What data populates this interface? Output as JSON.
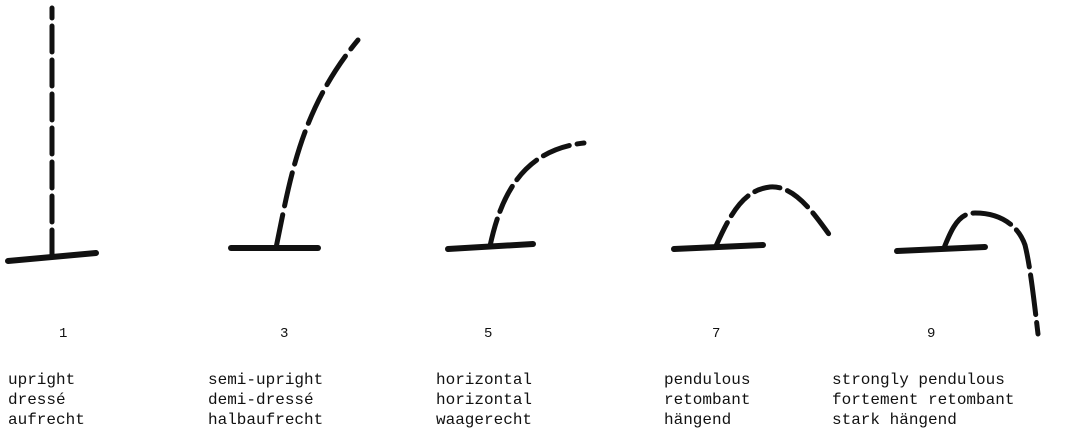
{
  "stroke_color": "#111111",
  "background": "#ffffff",
  "figures": [
    {
      "number": "1",
      "habit": "upright",
      "lines": [
        "upright",
        "dressé",
        "aufrecht"
      ]
    },
    {
      "number": "3",
      "habit": "semi-upright",
      "lines": [
        "semi-upright",
        "demi-dressé",
        "halbaufrecht"
      ]
    },
    {
      "number": "5",
      "habit": "horizontal",
      "lines": [
        "horizontal",
        "horizontal",
        "waagerecht"
      ]
    },
    {
      "number": "7",
      "habit": "pendulous",
      "lines": [
        "pendulous",
        "retombant",
        "hängend"
      ]
    },
    {
      "number": "9",
      "habit": "strongly pendulous",
      "lines": [
        "strongly pendulous",
        "fortement retombant",
        "stark hängend"
      ]
    }
  ]
}
